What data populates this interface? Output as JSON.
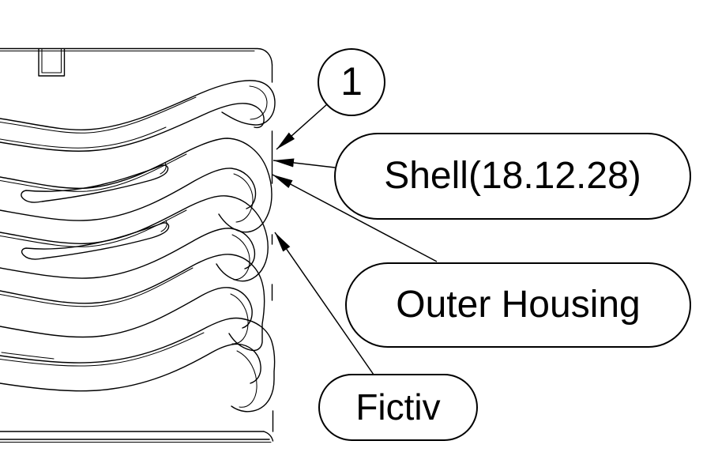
{
  "balloon": {
    "number": "1"
  },
  "callouts": [
    {
      "id": "shell",
      "text": "Shell(18.12.28)"
    },
    {
      "id": "outer-housing",
      "text": "Outer Housing"
    },
    {
      "id": "fictiv",
      "text": "Fictiv"
    }
  ],
  "colors": {
    "line": "#000000",
    "bg": "#ffffff"
  }
}
